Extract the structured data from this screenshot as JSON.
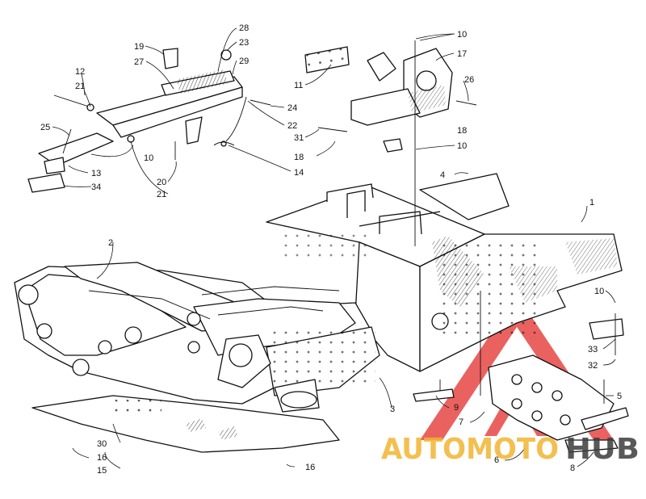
{
  "callouts": [
    {
      "id": "c1",
      "text": "1"
    },
    {
      "id": "c2",
      "text": "2"
    },
    {
      "id": "c3",
      "text": "3"
    },
    {
      "id": "c4",
      "text": "4"
    },
    {
      "id": "c5",
      "text": "5"
    },
    {
      "id": "c6",
      "text": "6"
    },
    {
      "id": "c7",
      "text": "7"
    },
    {
      "id": "c8",
      "text": "8"
    },
    {
      "id": "c9",
      "text": "9"
    },
    {
      "id": "c10a",
      "text": "10"
    },
    {
      "id": "c10b",
      "text": "10"
    },
    {
      "id": "c10c",
      "text": "10"
    },
    {
      "id": "c10d",
      "text": "10"
    },
    {
      "id": "c11",
      "text": "11"
    },
    {
      "id": "c12",
      "text": "12"
    },
    {
      "id": "c13",
      "text": "13"
    },
    {
      "id": "c14",
      "text": "14"
    },
    {
      "id": "c15",
      "text": "15"
    },
    {
      "id": "c16a",
      "text": "16"
    },
    {
      "id": "c16b",
      "text": "16"
    },
    {
      "id": "c17",
      "text": "17"
    },
    {
      "id": "c18a",
      "text": "18"
    },
    {
      "id": "c18b",
      "text": "18"
    },
    {
      "id": "c19",
      "text": "19"
    },
    {
      "id": "c20",
      "text": "20"
    },
    {
      "id": "c21a",
      "text": "21"
    },
    {
      "id": "c21b",
      "text": "21"
    },
    {
      "id": "c22",
      "text": "22"
    },
    {
      "id": "c23",
      "text": "23"
    },
    {
      "id": "c24",
      "text": "24"
    },
    {
      "id": "c25",
      "text": "25"
    },
    {
      "id": "c26",
      "text": "26"
    },
    {
      "id": "c27",
      "text": "27"
    },
    {
      "id": "c28",
      "text": "28"
    },
    {
      "id": "c29",
      "text": "29"
    },
    {
      "id": "c30",
      "text": "30"
    },
    {
      "id": "c31",
      "text": "31"
    },
    {
      "id": "c32",
      "text": "32"
    },
    {
      "id": "c33",
      "text": "33"
    },
    {
      "id": "c34",
      "text": "34"
    }
  ],
  "watermark": {
    "word_red": "AUTOMOTO",
    "word_dark": "HUB",
    "red_color": "#e8524f",
    "yellow_color": "#f2b531",
    "dark_color": "#3d3d3d"
  }
}
